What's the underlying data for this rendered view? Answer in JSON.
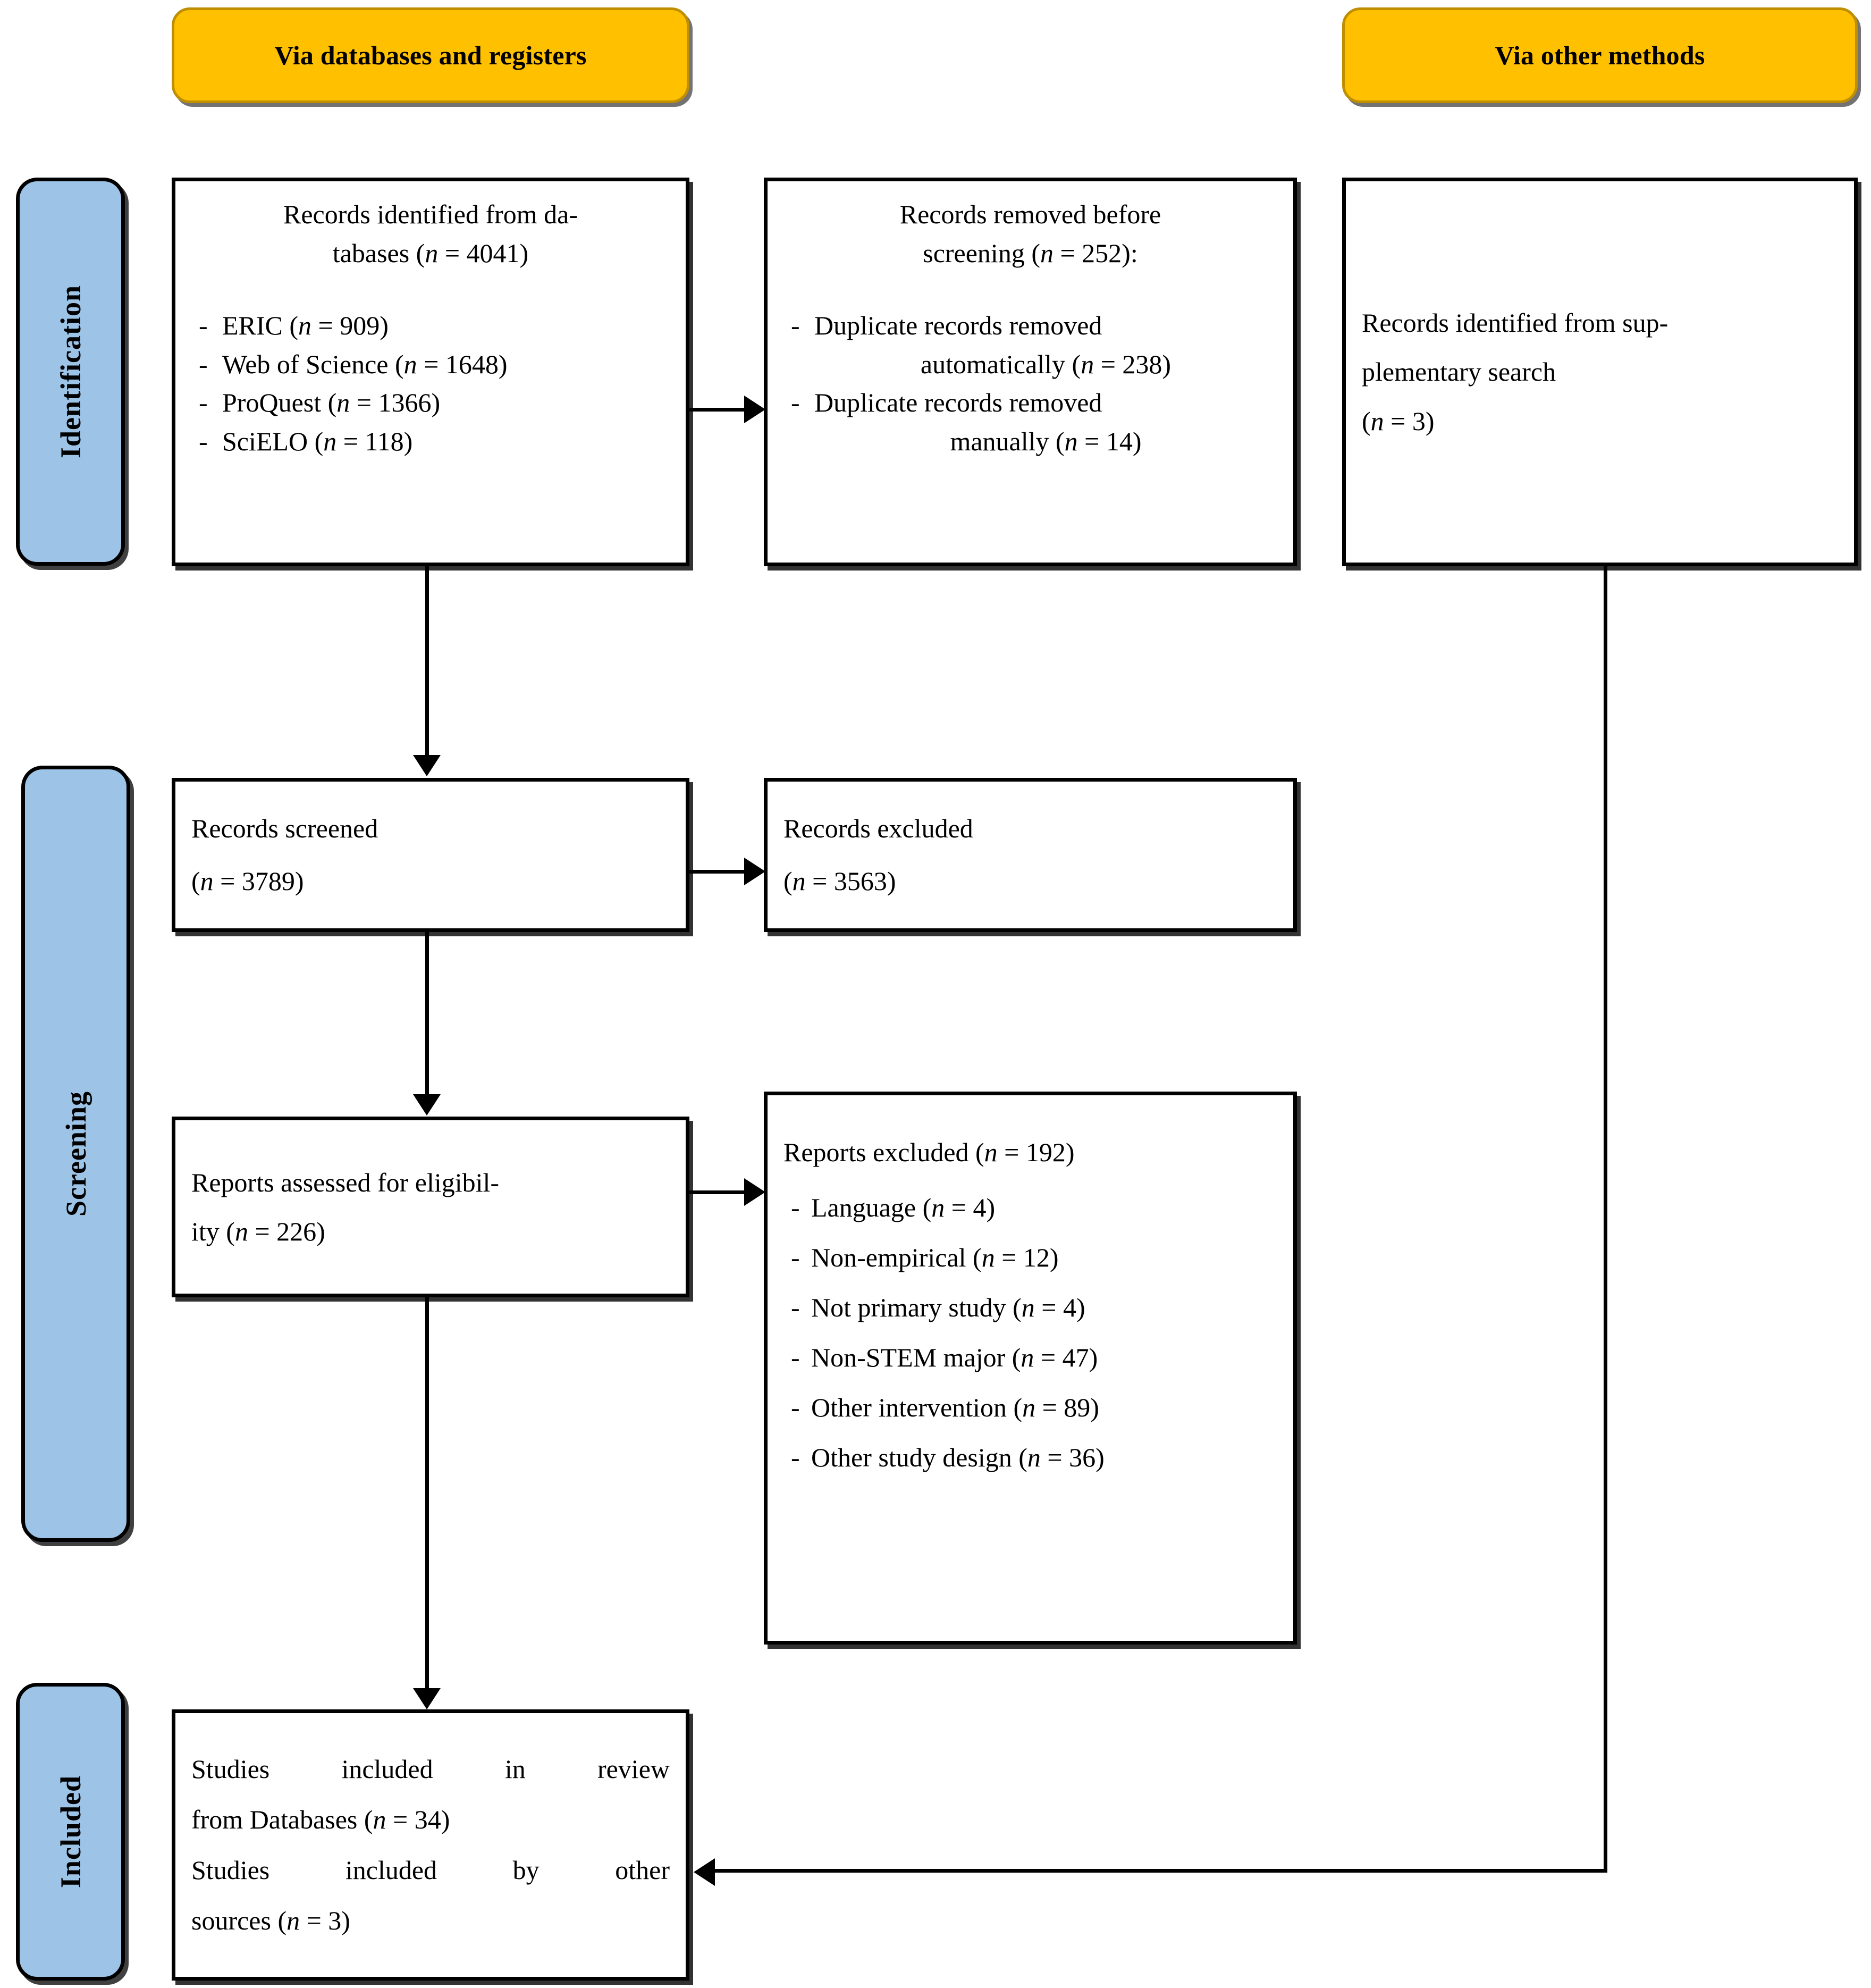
{
  "diagram": {
    "title": "PRISMA 2020 flow diagram",
    "colors": {
      "banner_fill": "#FFC000",
      "banner_border": "#BF8F00",
      "stage_fill": "#9DC3E6",
      "box_border": "#000000",
      "background": "#FFFFFF"
    }
  },
  "banners": {
    "databases": "Via databases and registers",
    "other": "Via other methods"
  },
  "stages": [
    {
      "label": "Identification"
    },
    {
      "label": "Screening"
    },
    {
      "label": "Included"
    }
  ],
  "boxes": {
    "records_identified": {
      "title_line1": "Records identified from da-",
      "title_line2": "tabases (",
      "title_n": "n",
      "title_line3": " = 4041)",
      "sources": [
        {
          "name": "ERIC (",
          "n": "n",
          "value": " = 909)"
        },
        {
          "name": "Web of Science (",
          "n": "n",
          "value": " = 1648)"
        },
        {
          "name": "ProQuest (",
          "n": "n",
          "value": " = 1366)"
        },
        {
          "name": "SciELO (",
          "n": "n",
          "value": " = 118)"
        }
      ]
    },
    "records_removed": {
      "title_line1": "Records removed before",
      "title_line2": "screening (",
      "title_n": "n",
      "title_line3": " = 252):",
      "reasons": [
        {
          "text1": "Duplicate records removed",
          "text2": "automatically (",
          "n": "n",
          "value": " = 238)"
        },
        {
          "text1": "Duplicate records removed",
          "text2": "manually (",
          "n": "n",
          "value": " = 14)"
        }
      ]
    },
    "records_supplementary": {
      "line1": "Records identified from sup-",
      "line2": "plementary search",
      "line3_open": "(",
      "line3_n": "n",
      "line3_close": " = 3)"
    },
    "records_screened": {
      "line1": "Records screened",
      "line2_open": "(",
      "line2_n": "n",
      "line2_close": " = 3789)"
    },
    "records_excluded": {
      "line1": "Records excluded",
      "line2_open": "(",
      "line2_n": "n",
      "line2_close": " = 3563)"
    },
    "reports_assessed": {
      "line1": "Reports assessed for eligibil-",
      "line2": "ity (",
      "line2_n": "n",
      "line2_close": " = 226)"
    },
    "reports_excluded": {
      "heading_text": "Reports excluded (",
      "heading_n": "n",
      "heading_value": " = 192)",
      "reasons": [
        {
          "label": "Language (",
          "n": "n",
          "value": " = 4)"
        },
        {
          "label": "Non-empirical (",
          "n": "n",
          "value": " = 12)"
        },
        {
          "label": "Not primary study (",
          "n": "n",
          "value": " = 4)"
        },
        {
          "label": "Non-STEM major (",
          "n": "n",
          "value": " = 47)"
        },
        {
          "label": "Other intervention (",
          "n": "n",
          "value": " = 89)"
        },
        {
          "label": "Other study design (",
          "n": "n",
          "value": " = 36)"
        }
      ]
    },
    "studies_included": {
      "line1": "Studies included in review",
      "line2": "from Databases (",
      "line2_n": "n",
      "line2_close": " = 34)",
      "line3": "Studies included by other",
      "line4": "sources (",
      "line4_n": "n",
      "line4_close": " = 3)"
    }
  },
  "chart_data": {
    "type": "diagram",
    "title": "PRISMA 2020 flow diagram",
    "nodes": [
      {
        "id": "identified_db",
        "stage": "Identification",
        "column": "databases",
        "n": 4041,
        "breakdown": {
          "ERIC": 909,
          "Web of Science": 1648,
          "ProQuest": 1366,
          "SciELO": 118
        }
      },
      {
        "id": "removed_before_screening",
        "stage": "Identification",
        "column": "databases",
        "n": 252,
        "breakdown": {
          "Duplicate records removed automatically": 238,
          "Duplicate records removed manually": 14
        }
      },
      {
        "id": "identified_supplementary",
        "stage": "Identification",
        "column": "other",
        "n": 3
      },
      {
        "id": "records_screened",
        "stage": "Screening",
        "column": "databases",
        "n": 3789
      },
      {
        "id": "records_excluded",
        "stage": "Screening",
        "column": "databases",
        "n": 3563
      },
      {
        "id": "reports_assessed",
        "stage": "Screening",
        "column": "databases",
        "n": 226
      },
      {
        "id": "reports_excluded",
        "stage": "Screening",
        "column": "databases",
        "n": 192,
        "breakdown": {
          "Language": 4,
          "Non-empirical": 12,
          "Not primary study": 4,
          "Non-STEM major": 47,
          "Other intervention": 89,
          "Other study design": 36
        }
      },
      {
        "id": "studies_included_db",
        "stage": "Included",
        "column": "databases",
        "n": 34
      },
      {
        "id": "studies_included_other",
        "stage": "Included",
        "column": "other",
        "n": 3
      }
    ],
    "edges": [
      {
        "from": "identified_db",
        "to": "removed_before_screening",
        "direction": "right"
      },
      {
        "from": "identified_db",
        "to": "records_screened",
        "direction": "down"
      },
      {
        "from": "records_screened",
        "to": "records_excluded",
        "direction": "right"
      },
      {
        "from": "records_screened",
        "to": "reports_assessed",
        "direction": "down"
      },
      {
        "from": "reports_assessed",
        "to": "reports_excluded",
        "direction": "right"
      },
      {
        "from": "reports_assessed",
        "to": "studies_included_db",
        "direction": "down"
      },
      {
        "from": "identified_supplementary",
        "to": "studies_included_db",
        "direction": "down-left"
      }
    ]
  }
}
